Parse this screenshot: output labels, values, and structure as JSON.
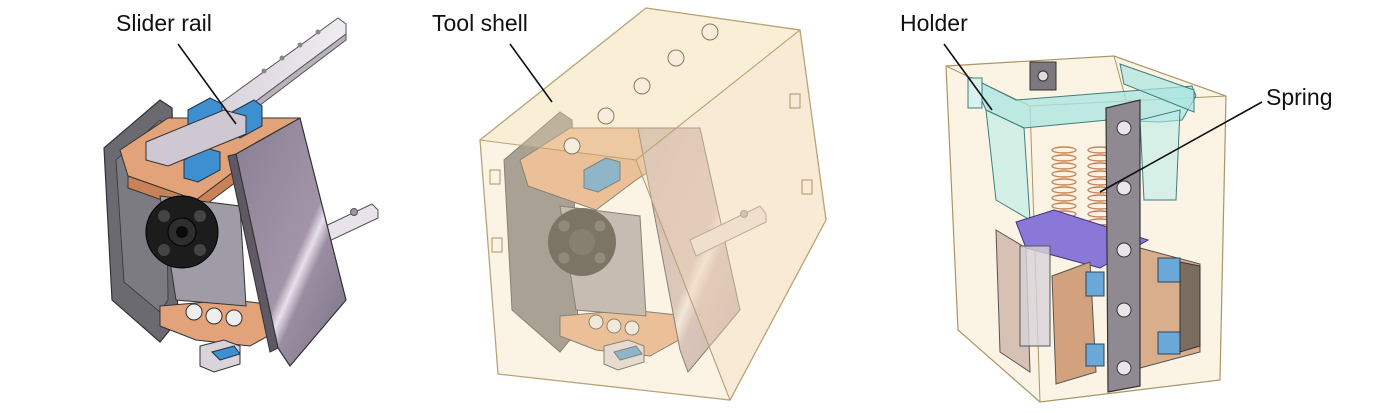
{
  "figure": {
    "labels": {
      "slider_rail": "Slider rail",
      "tool_shell": "Tool shell",
      "holder": "Holder",
      "spring": "Spring"
    },
    "colors": {
      "dark_frame": "#6b6a70",
      "copper_plate": "#e2a27a",
      "blue_block": "#3d8fd0",
      "rail_light": "#e4dde6",
      "motor_black": "#1c1c1c",
      "metal_plate": "#9d9aa3",
      "side_panel": "#8f8496",
      "shell_tint": "#f3dfb3",
      "holder_cyan": "#a9e6e3",
      "spring_purple": "#8a78d8",
      "spring_copper": "#c7845a"
    }
  }
}
